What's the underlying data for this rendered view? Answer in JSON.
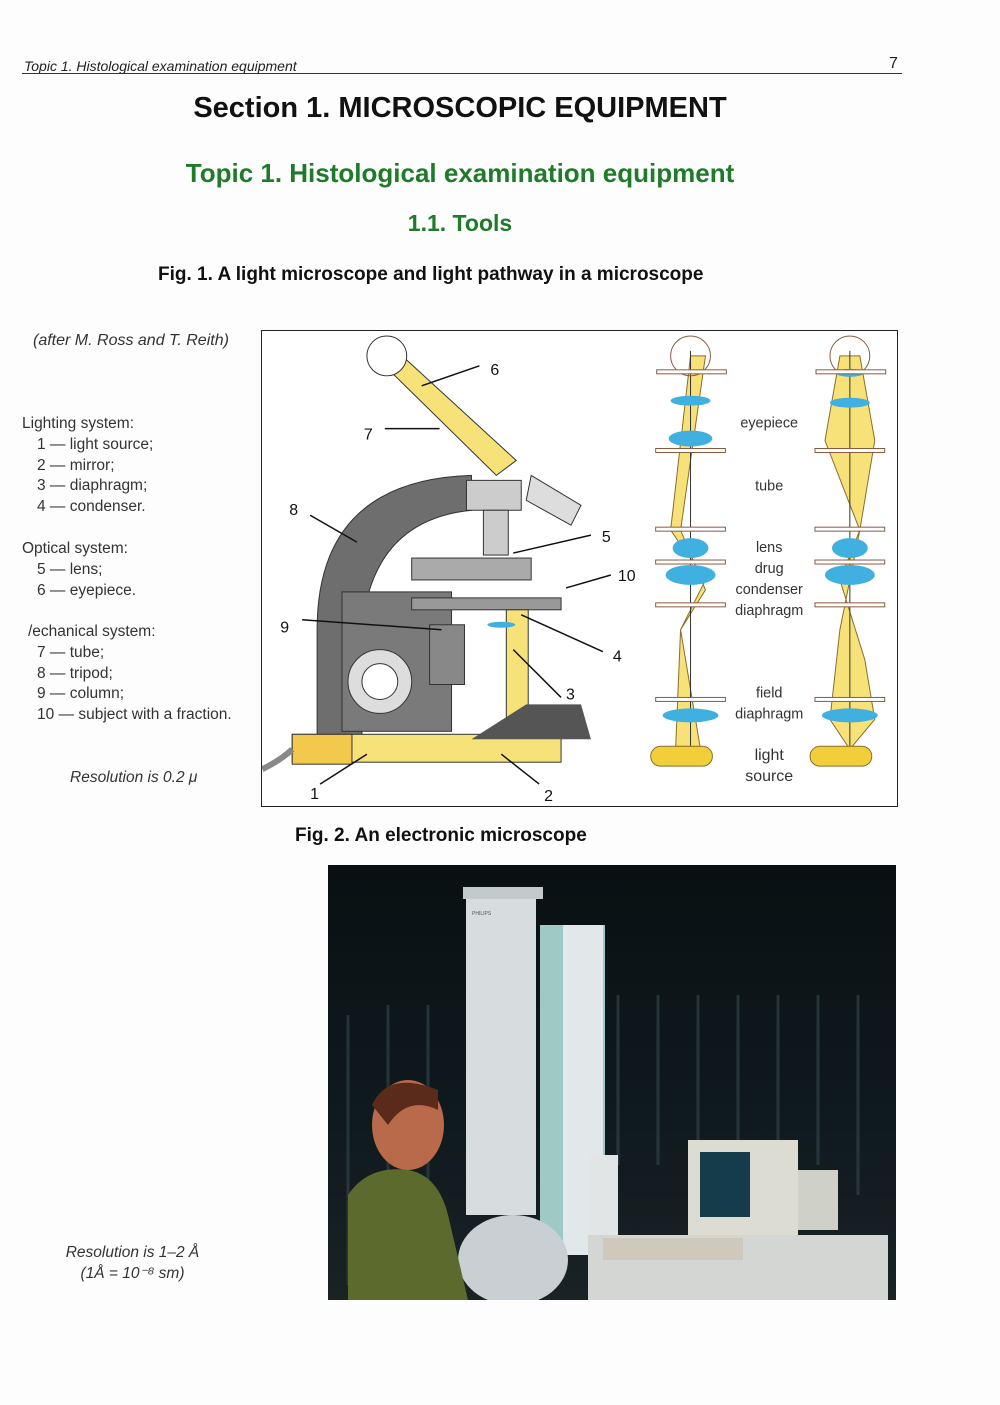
{
  "header": {
    "running_title": "Topic 1. Histological examination equipment",
    "page_number": "7"
  },
  "section_title": "Section 1. MICROSCOPIC EQUIPMENT",
  "topic_title": "Topic 1. Histological examination equipment",
  "subsection_title": "1.1. Tools",
  "fig1": {
    "caption": "Fig. 1. A light microscope and light pathway in a microscope",
    "credit": "(after M. Ross and T. Reith)",
    "groups": [
      {
        "title": "Lighting system:",
        "items": [
          "1 — light source;",
          "2 — mirror;",
          "3 — diaphragm;",
          "4 — condenser."
        ]
      },
      {
        "title": "Optical system:",
        "items": [
          "5 — lens;",
          "6 — eyepiece."
        ]
      },
      {
        "title": "/echanical system:",
        "items": [
          "7 — tube;",
          "8 — tripod;",
          "9 — column;",
          "10 — subject with a fraction."
        ]
      }
    ],
    "resolution": "Resolution is 0.2 μ",
    "callouts": [
      "1",
      "2",
      "3",
      "4",
      "5",
      "6",
      "7",
      "8",
      "9",
      "10"
    ],
    "path_labels": {
      "eyepiece": "eyepiece",
      "tube": "tube",
      "lens": "lens",
      "drug": "drug",
      "condenser": "condenser",
      "diaphragm": "diaphragm",
      "field": "field",
      "field_diaphragm": "diaphragm",
      "light": "light",
      "source": "source"
    }
  },
  "fig2": {
    "caption": "Fig. 2. An electronic microscope",
    "resolution_line1": "Resolution is 1–2 Å",
    "resolution_line2": "(1Å = 10⁻⁸ sm)",
    "logo": "PHILIPS"
  },
  "colors": {
    "green": "#1f7a2a",
    "yellow": "#f7e27a",
    "blue": "#3fb0e0",
    "gray": "#6e6e6e"
  }
}
